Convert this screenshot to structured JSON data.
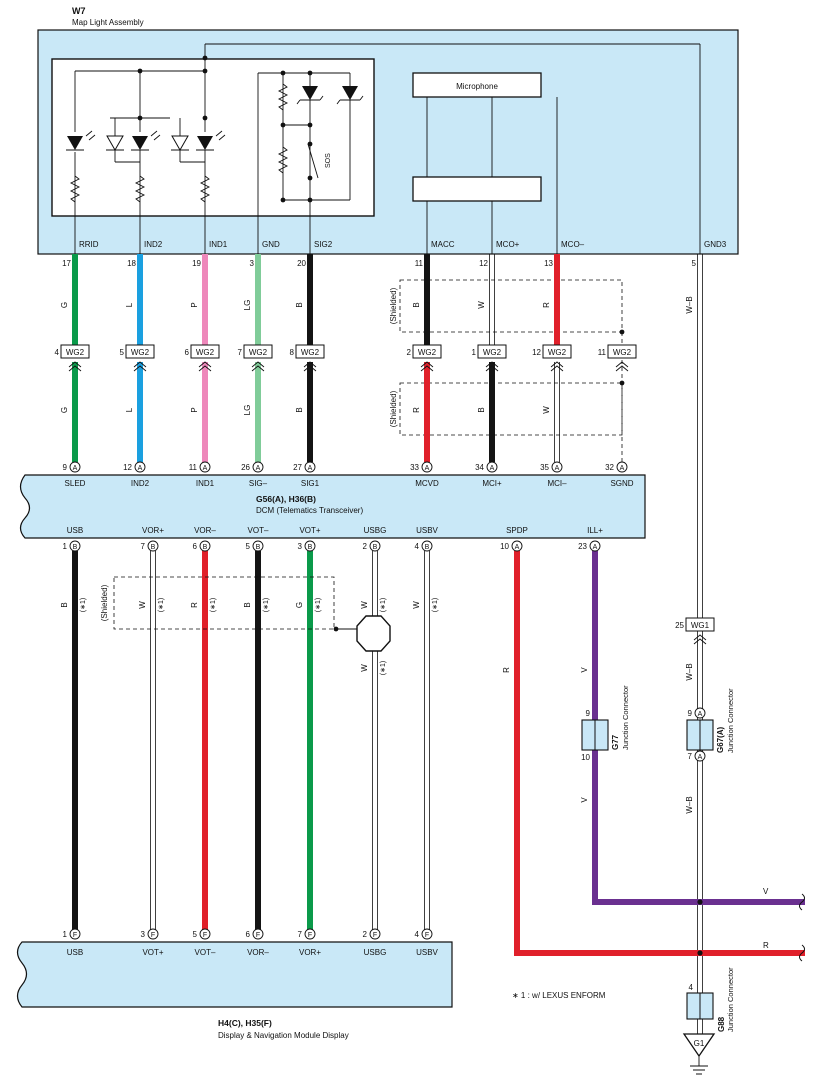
{
  "colors": {
    "G": "#0a9a4a",
    "L": "#1aa0e0",
    "P": "#ee88bb",
    "LG": "#80cc99",
    "B": "#141414",
    "W": "#ffffff",
    "R": "#e0202a",
    "V": "#6a3090",
    "box_fill": "#c9e8f7"
  },
  "map_light": {
    "code": "W7",
    "name": "Map Light Assembly",
    "microphone": "Microphone",
    "sos": "SOS",
    "pins": [
      {
        "label": "RRID",
        "num": "17"
      },
      {
        "label": "IND2",
        "num": "18"
      },
      {
        "label": "IND1",
        "num": "19"
      },
      {
        "label": "GND",
        "num": "3"
      },
      {
        "label": "SIG2",
        "num": "20"
      },
      {
        "label": "MACC",
        "num": "11"
      },
      {
        "label": "MCO+",
        "num": "12"
      },
      {
        "label": "MCO–",
        "num": "13"
      },
      {
        "label": "GND3",
        "num": "5"
      }
    ]
  },
  "wg2": {
    "label": "WG2",
    "upper_wires": [
      "G",
      "L",
      "P",
      "LG",
      "B",
      "B",
      "W",
      "R"
    ],
    "nums": [
      "4",
      "5",
      "6",
      "7",
      "8",
      "2",
      "1",
      "12",
      "11"
    ],
    "lower_wires": [
      "G",
      "L",
      "P",
      "LG",
      "B",
      "R",
      "B",
      "W"
    ],
    "shielded": "(Shielded)"
  },
  "gnd3_wire": "W–B",
  "dcm": {
    "title": "G56(A), H36(B)",
    "subtitle": "DCM (Telematics Transceiver)",
    "top_pins": [
      {
        "num": "9",
        "conn": "A",
        "label": "SLED"
      },
      {
        "num": "12",
        "conn": "A",
        "label": "IND2"
      },
      {
        "num": "11",
        "conn": "A",
        "label": "IND1"
      },
      {
        "num": "26",
        "conn": "A",
        "label": "SIG–"
      },
      {
        "num": "27",
        "conn": "A",
        "label": "SIG1"
      },
      {
        "num": "33",
        "conn": "A",
        "label": "MCVD"
      },
      {
        "num": "34",
        "conn": "A",
        "label": "MCI+"
      },
      {
        "num": "35",
        "conn": "A",
        "label": "MCI–"
      },
      {
        "num": "32",
        "conn": "A",
        "label": "SGND"
      }
    ],
    "bottom_pins": [
      {
        "num": "1",
        "conn": "B",
        "label": "USB"
      },
      {
        "num": "7",
        "conn": "B",
        "label": "VOR+"
      },
      {
        "num": "6",
        "conn": "B",
        "label": "VOR–"
      },
      {
        "num": "5",
        "conn": "B",
        "label": "VOT–"
      },
      {
        "num": "3",
        "conn": "B",
        "label": "VOT+"
      },
      {
        "num": "2",
        "conn": "B",
        "label": "USBG"
      },
      {
        "num": "4",
        "conn": "B",
        "label": "USBV"
      },
      {
        "num": "10",
        "conn": "A",
        "label": "SPDP"
      },
      {
        "num": "23",
        "conn": "A",
        "label": "ILL+"
      }
    ]
  },
  "lower_wires": [
    "B",
    "W",
    "R",
    "B",
    "G",
    "W",
    "W",
    "R",
    "V"
  ],
  "note_mark": "(∗1)",
  "wg1": {
    "num": "25",
    "label": "WG1",
    "wire": "W–B"
  },
  "g77": {
    "code": "G77",
    "name": "Junction Connector",
    "pin_top": "9",
    "pin_bottom": "10",
    "wire_top": "V",
    "wire_bottom": "V"
  },
  "g67": {
    "code": "G67(A)",
    "name": "Junction Connector",
    "pin_top": "9",
    "pin_bottom": "7",
    "conn": "A",
    "wire_top": "W–B",
    "wire_bottom": "W–B"
  },
  "g88": {
    "code": "G88",
    "name": "Junction Connector",
    "pin": "4"
  },
  "ground": "G1",
  "right_edge": {
    "v_label": "V",
    "r_label": "R"
  },
  "footnote": "∗ 1 : w/ LEXUS ENFORM",
  "display": {
    "title": "H4(C), H35(F)",
    "subtitle": "Display & Navigation Module Display",
    "pins": [
      {
        "num": "1",
        "conn": "F",
        "label": "USB"
      },
      {
        "num": "3",
        "conn": "F",
        "label": "VOT+"
      },
      {
        "num": "5",
        "conn": "F",
        "label": "VOT–"
      },
      {
        "num": "6",
        "conn": "F",
        "label": "VOR–"
      },
      {
        "num": "7",
        "conn": "F",
        "label": "VOR+"
      },
      {
        "num": "2",
        "conn": "F",
        "label": "USBG"
      },
      {
        "num": "4",
        "conn": "F",
        "label": "USBV"
      }
    ]
  }
}
